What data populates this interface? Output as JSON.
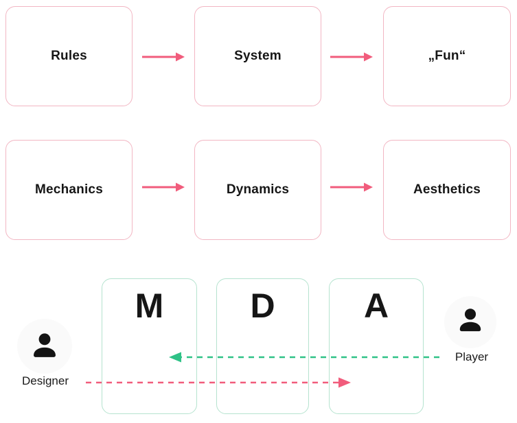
{
  "diagram": {
    "flow_top": {
      "boxes": [
        {
          "label": "Rules"
        },
        {
          "label": "System"
        },
        {
          "label": "„Fun“"
        }
      ]
    },
    "flow_mid": {
      "boxes": [
        {
          "label": "Mechanics"
        },
        {
          "label": "Dynamics"
        },
        {
          "label": "Aesthetics"
        }
      ]
    },
    "mda": {
      "boxes": [
        {
          "label": "M"
        },
        {
          "label": "D"
        },
        {
          "label": "A"
        }
      ]
    },
    "actors": {
      "designer": {
        "label": "Designer",
        "icon": "person-icon"
      },
      "player": {
        "label": "Player",
        "icon": "person-icon"
      }
    },
    "arrows": {
      "flow_connectors": {
        "style": "solid",
        "direction": "right",
        "color": "#f15c7c",
        "count": 4
      },
      "designer_perspective": {
        "style": "dashed",
        "direction": "right",
        "color": "#f15c7c",
        "from": "Designer",
        "to": "A"
      },
      "player_perspective": {
        "style": "dashed",
        "direction": "left",
        "color": "#2fc287",
        "from": "Player",
        "to": "M"
      }
    },
    "colors": {
      "background": "#ffffff",
      "pink_box_border": "#f2b6c3",
      "green_box_border": "#b5e3cf",
      "arrow_pink": "#f15c7c",
      "arrow_green": "#2fc287",
      "text": "#161616",
      "icon": "#141414",
      "icon_halo": "#fafafa"
    }
  }
}
